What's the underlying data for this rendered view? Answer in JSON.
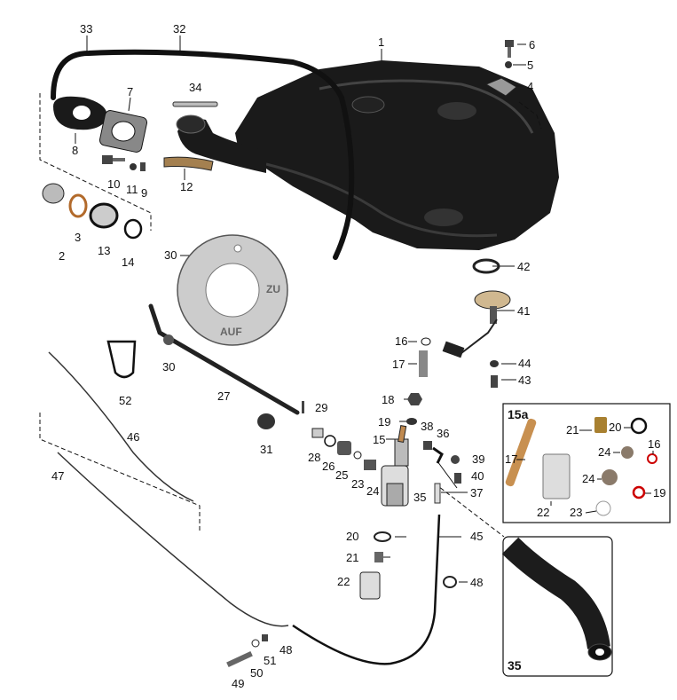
{
  "callouts": [
    "1",
    "2",
    "3",
    "4",
    "5",
    "6",
    "7",
    "8",
    "9",
    "10",
    "11",
    "12",
    "13",
    "14",
    "15",
    "16",
    "17",
    "18",
    "19",
    "20",
    "21",
    "22",
    "23",
    "24",
    "25",
    "26",
    "27",
    "28",
    "29",
    "30",
    "31",
    "32",
    "33",
    "34",
    "35",
    "36",
    "37",
    "38",
    "39",
    "40",
    "41",
    "42",
    "43",
    "44",
    "45",
    "46",
    "47",
    "48",
    "49",
    "50",
    "51",
    "52"
  ],
  "inset_15a": {
    "title": "15a",
    "labels": [
      "17",
      "21",
      "20",
      "24",
      "16",
      "24",
      "22",
      "23",
      "19"
    ]
  },
  "inset_35": {
    "title": "35"
  },
  "cap_ring": {
    "words": [
      "ZU",
      "AUF"
    ]
  }
}
